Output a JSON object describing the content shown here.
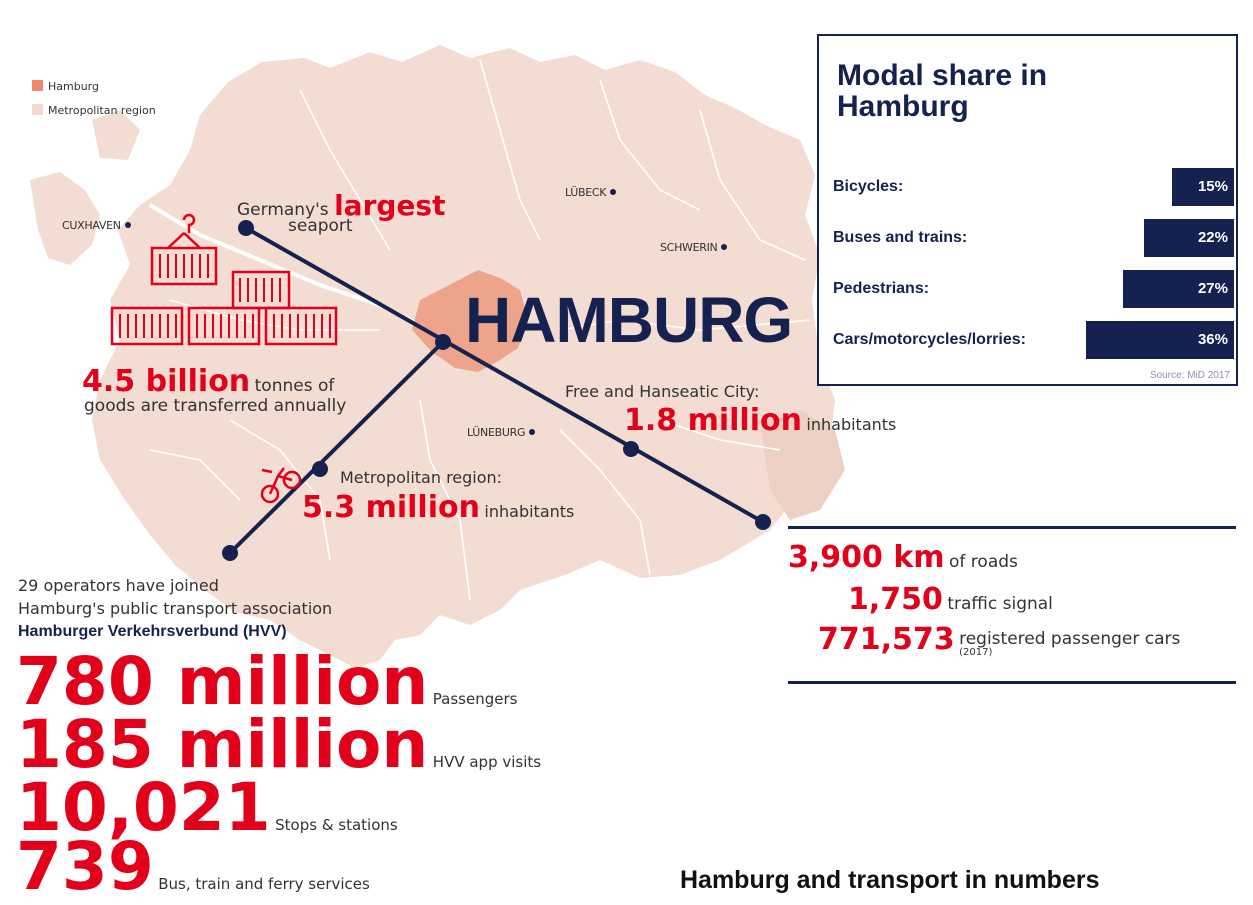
{
  "legend": {
    "items": [
      {
        "label": "Hamburg",
        "color": "#ee8a6c"
      },
      {
        "label": "Metropolitan region",
        "color": "#f5d8cd"
      }
    ]
  },
  "colors": {
    "navy": "#15224f",
    "red": "#e2001a",
    "region": "#f3dcd2",
    "hamburg": "#eea48a"
  },
  "cities": {
    "cuxhaven": "CUXHAVEN",
    "luebeck": "LÜBECK",
    "schwerin": "SCHWERIN",
    "lueneburg": "LÜNEBURG"
  },
  "map_title": "HAMBURG",
  "seaport": {
    "prefix": "Germany's",
    "highlight": "largest",
    "suffix": "seaport"
  },
  "goods": {
    "value": "4.5 billion",
    "text1": "tonnes of",
    "text2": "goods are transferred annually"
  },
  "city_pop": {
    "heading": "Free and Hanseatic City:",
    "value": "1.8 million",
    "unit": "inhabitants"
  },
  "region_pop": {
    "heading": "Metropolitan region:",
    "value": "5.3 million",
    "unit": "inhabitants"
  },
  "hvv": {
    "line1": "29 operators have joined",
    "line2": "Hamburg's public transport association",
    "name": "Hamburger Verkehrsverbund (HVV)",
    "stats": [
      {
        "value": "780 million",
        "label": "Passengers"
      },
      {
        "value": "185 million",
        "label": "HVV app visits"
      },
      {
        "value": "10,021",
        "label": "Stops & stations"
      },
      {
        "value": "739",
        "label": "Bus, train and ferry services"
      }
    ]
  },
  "roads": [
    {
      "value": "3,900 km",
      "label": "of roads"
    },
    {
      "value": "1,750",
      "label": "traffic signal"
    },
    {
      "value": "771,573",
      "label": "registered passenger cars",
      "note": "(2017)"
    }
  ],
  "modal_share": {
    "title": "Modal share in Hamburg",
    "rows": [
      {
        "label": "Bicycles:",
        "value": 15,
        "display": "15%"
      },
      {
        "label": "Buses and trains:",
        "value": 22,
        "display": "22%"
      },
      {
        "label": "Pedestrians:",
        "value": 27,
        "display": "27%"
      },
      {
        "label": "Cars/motorcycles/lorries:",
        "value": 36,
        "display": "36%"
      }
    ],
    "source": "Source: MiD 2017"
  },
  "footer_title": "Hamburg and transport in numbers"
}
